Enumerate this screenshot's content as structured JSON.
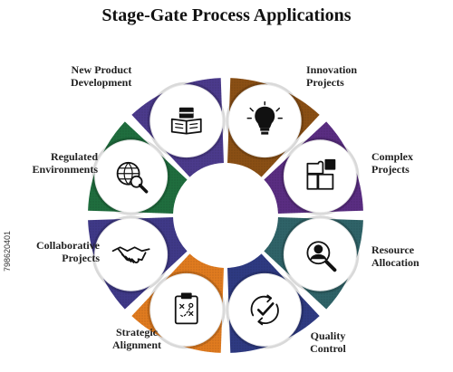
{
  "title": "Stage-Gate Process Applications",
  "stock_id": "798620401",
  "items": [
    {
      "key": "new-product-development",
      "lines": [
        "New Product",
        "Development"
      ],
      "color": "#4b3a8c",
      "icon": "book-box-icon"
    },
    {
      "key": "innovation-projects",
      "lines": [
        "Innovation",
        "Projects"
      ],
      "color": "#8a4f14",
      "icon": "lightbulb-icon"
    },
    {
      "key": "complex-projects",
      "lines": [
        "Complex",
        "Projects"
      ],
      "color": "#5a2d82",
      "icon": "puzzle-icon"
    },
    {
      "key": "resource-allocation",
      "lines": [
        "Resource",
        "Allocation"
      ],
      "color": "#2f6368",
      "icon": "person-search-icon"
    },
    {
      "key": "quality-control",
      "lines": [
        "Quality",
        "Control"
      ],
      "color": "#2e3a82",
      "icon": "check-cycle-icon"
    },
    {
      "key": "strategic-alignment",
      "lines": [
        "Strategic",
        "Alignment"
      ],
      "color": "#e07b1f",
      "icon": "clipboard-strategy-icon"
    },
    {
      "key": "collaborative-projects",
      "lines": [
        "Collaborative",
        "Projects"
      ],
      "color": "#3f3988",
      "icon": "handshake-icon"
    },
    {
      "key": "regulated-environments",
      "lines": [
        "Regulated",
        "Environments"
      ],
      "color": "#1f6e3e",
      "icon": "globe-search-icon"
    }
  ]
}
